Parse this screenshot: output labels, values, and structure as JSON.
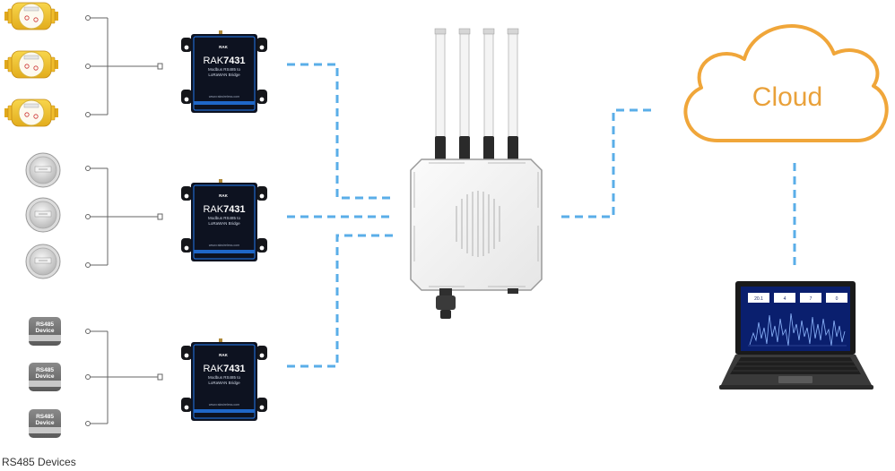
{
  "diagram": {
    "footer_label": "RS485 Devices",
    "cloud_label": "Cloud",
    "bridge": {
      "brand": "RAK",
      "model_prefix": "RAK",
      "model_number": "7431",
      "subtitle_line1": "Modbus RS485 to",
      "subtitle_line2": "LoRaWAN Bridge",
      "website": "www.rakwireless.com"
    },
    "rs485_device_label_line1": "RS485",
    "rs485_device_label_line2": "Device",
    "laptop_tiles": [
      "20.1",
      "4",
      "7",
      "0"
    ]
  },
  "colors": {
    "link_dashed": "#5aaee8",
    "cloud_stroke": "#f0a63a",
    "cloud_text": "#e9a13a",
    "bridge_body": "#0d1220",
    "bridge_accent": "#1f67c8",
    "meter_brass": "#f3c534",
    "wire": "#666666"
  }
}
